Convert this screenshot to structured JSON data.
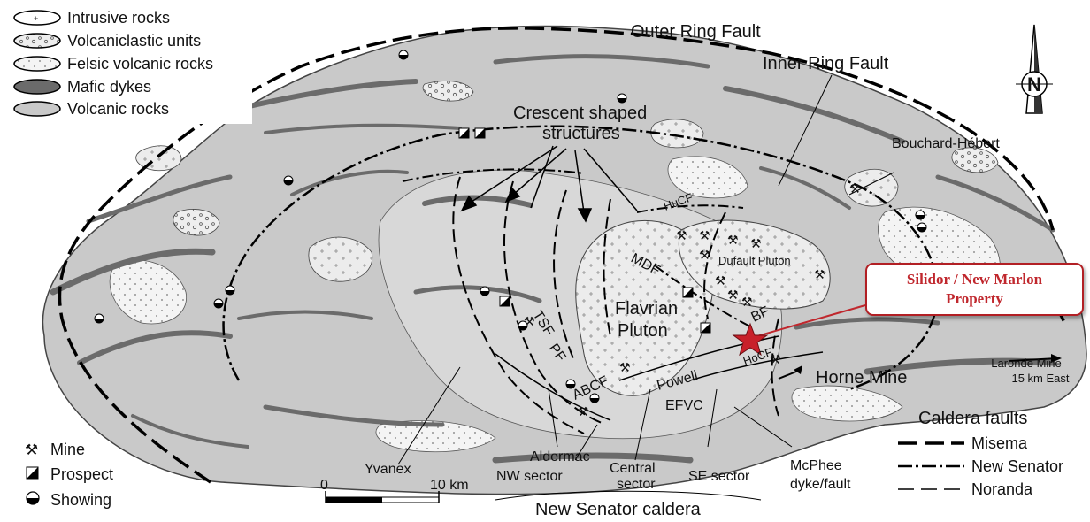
{
  "legend_units": [
    {
      "label": "Intrusive rocks",
      "icon": "intrusive-rocks-swatch"
    },
    {
      "label": "Volcaniclastic units",
      "icon": "volcaniclastic-swatch"
    },
    {
      "label": "Felsic volcanic rocks",
      "icon": "felsic-volcanic-swatch"
    },
    {
      "label": "Mafic dykes",
      "icon": "mafic-dykes-swatch"
    },
    {
      "label": "Volcanic rocks",
      "icon": "volcanic-rocks-swatch"
    }
  ],
  "legend_symbols": [
    {
      "label": "Mine",
      "icon": "mine-icon"
    },
    {
      "label": "Prospect",
      "icon": "prospect-icon"
    },
    {
      "label": "Showing",
      "icon": "showing-icon"
    }
  ],
  "caldera_faults": {
    "title": "Caldera faults",
    "items": [
      "Misema",
      "New Senator",
      "Noranda"
    ]
  },
  "labels": {
    "outer_ring_fault": "Outer Ring Fault",
    "inner_ring_fault": "Inner Ring Fault",
    "crescent_1": "Crescent shaped",
    "crescent_2": "structures",
    "bouchard": "Bouchard-Hébert",
    "hucf": "HuCF",
    "mdf": "MDF",
    "dufault": "Dufault Pluton",
    "flavrian_1": "Flavrian",
    "flavrian_2": "Pluton",
    "bf": "BF",
    "tsf": "TSF",
    "pf": "PF",
    "abcf": "ABCF",
    "powell": "Powell",
    "hocf": "HoCF",
    "efvc": "EFVC",
    "horne": "Horne Mine",
    "laronde_1": "Laronde Mine",
    "laronde_2": "15 km East",
    "yvanex": "Yvanex",
    "aldermac": "Aldermac",
    "nw_sector": "NW sector",
    "central_1": "Central",
    "central_2": "sector",
    "se_sector": "SE sector",
    "mcphee_1": "McPhee",
    "mcphee_2": "dyke/fault",
    "caldera": "New Senator caldera",
    "north": "N"
  },
  "scale_bar": {
    "start": "0",
    "end": "10 km"
  },
  "callout": {
    "line1": "Silidor / New Marlon",
    "line2": "Property"
  },
  "colors": {
    "callout_red": "#c0272d",
    "star_fill": "#c8202a",
    "mafic": "#6e6e6e",
    "volcanic": "#c9c9c9"
  }
}
